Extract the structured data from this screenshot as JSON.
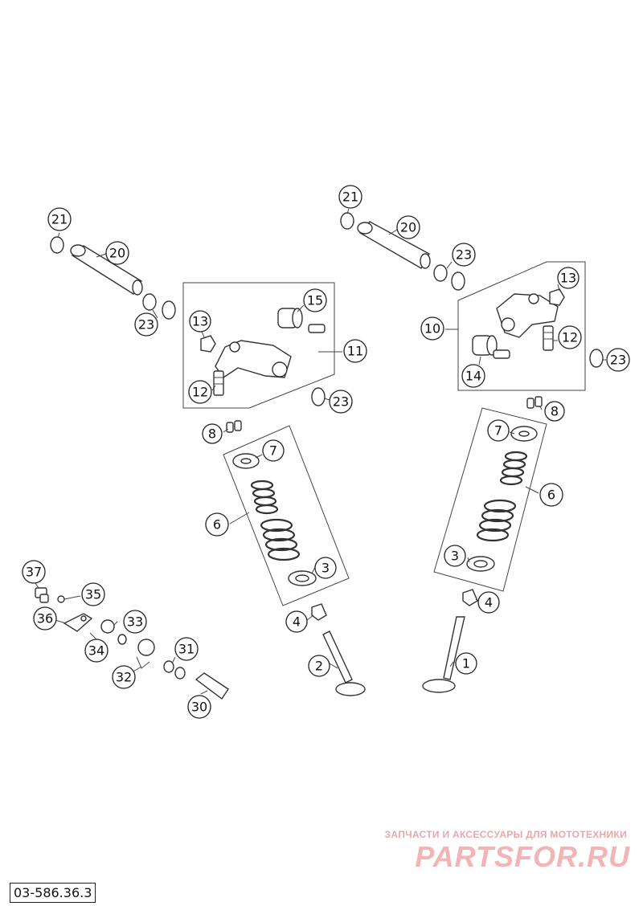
{
  "callouts": [
    {
      "id": "c-21-left",
      "label": "21"
    },
    {
      "id": "c-20-left",
      "label": "20"
    },
    {
      "id": "c-23-left-top",
      "label": "23"
    },
    {
      "id": "c-13-left",
      "label": "13"
    },
    {
      "id": "c-15-left",
      "label": "15"
    },
    {
      "id": "c-11",
      "label": "11"
    },
    {
      "id": "c-12-left",
      "label": "12"
    },
    {
      "id": "c-23-left-bottom",
      "label": "23"
    },
    {
      "id": "c-8-left",
      "label": "8"
    },
    {
      "id": "c-7-left",
      "label": "7"
    },
    {
      "id": "c-6-left",
      "label": "6"
    },
    {
      "id": "c-3-left",
      "label": "3"
    },
    {
      "id": "c-4-left",
      "label": "4"
    },
    {
      "id": "c-2",
      "label": "2"
    },
    {
      "id": "c-21-right",
      "label": "21"
    },
    {
      "id": "c-20-right",
      "label": "20"
    },
    {
      "id": "c-23-right-top",
      "label": "23"
    },
    {
      "id": "c-13-right",
      "label": "13"
    },
    {
      "id": "c-10",
      "label": "10"
    },
    {
      "id": "c-12-right",
      "label": "12"
    },
    {
      "id": "c-14",
      "label": "14"
    },
    {
      "id": "c-23-right-bottom",
      "label": "23"
    },
    {
      "id": "c-8-right",
      "label": "8"
    },
    {
      "id": "c-7-right",
      "label": "7"
    },
    {
      "id": "c-6-right",
      "label": "6"
    },
    {
      "id": "c-3-right",
      "label": "3"
    },
    {
      "id": "c-4-right",
      "label": "4"
    },
    {
      "id": "c-1",
      "label": "1"
    },
    {
      "id": "c-37",
      "label": "37"
    },
    {
      "id": "c-35",
      "label": "35"
    },
    {
      "id": "c-36",
      "label": "36"
    },
    {
      "id": "c-33",
      "label": "33"
    },
    {
      "id": "c-34",
      "label": "34"
    },
    {
      "id": "c-32",
      "label": "32"
    },
    {
      "id": "c-31",
      "label": "31"
    },
    {
      "id": "c-30",
      "label": "30"
    }
  ],
  "watermark": {
    "tagline": "ЗАПЧАСТИ И АКСЕССУАРЫ ДЛЯ МОТОТЕХНИКИ",
    "brand": "PARTSFOR.RU"
  },
  "drawing_number": "03-586.36.3"
}
